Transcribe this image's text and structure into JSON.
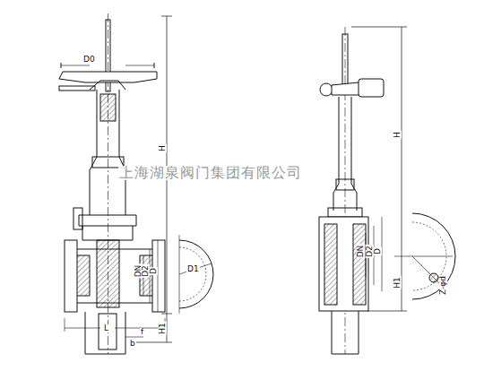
{
  "diagram": {
    "labels": [
      "D0",
      "H",
      "DN",
      "D2",
      "D",
      "D1",
      "L",
      "b",
      "f",
      "H1",
      "上海湖泉阀门集团有限公司",
      "H",
      "DN",
      "D2",
      "D",
      "H1",
      "Z-φd"
    ]
  }
}
